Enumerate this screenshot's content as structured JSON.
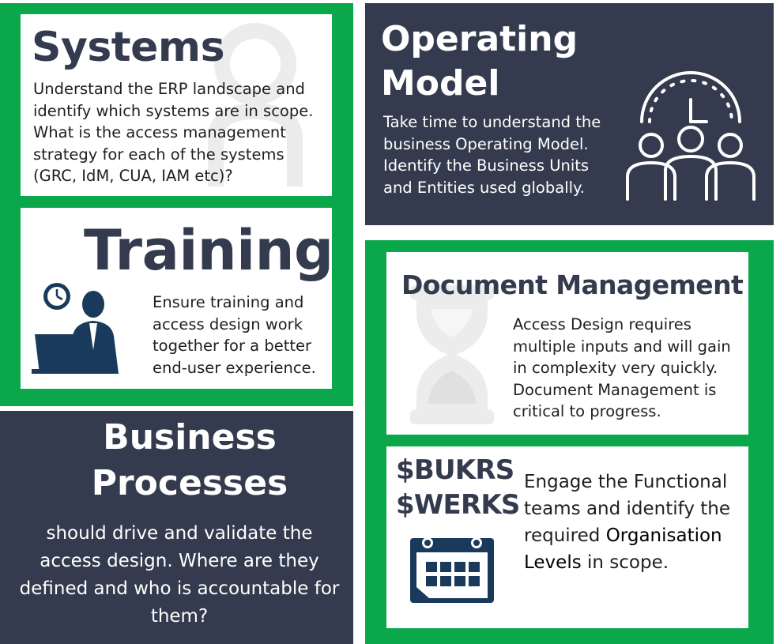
{
  "systems": {
    "title": "Systems",
    "body": "Understand the ERP landscape and identify which systems are in scope. What is the access management strategy for each of the systems (GRC, IdM, CUA, IAM etc)?",
    "icon": "person-icon-watermark"
  },
  "training": {
    "title": "Training",
    "body": "Ensure training and access design work together for a better end-user experience.",
    "icon": "person-at-laptop-with-clock-icon"
  },
  "business_processes": {
    "title_line1": "Business",
    "title_line2": "Processes",
    "body": "should drive and validate the access design.  Where are they defined and who is accountable for them?"
  },
  "operating_model": {
    "title_line1": "Operating",
    "title_line2": "Model",
    "body": "Take time to understand the business Operating Model. Identify the Business Units and Entities used globally.",
    "icon": "clock-with-people-icon"
  },
  "document_management": {
    "title": "Document Management",
    "body": "Access Design requires multiple inputs and will gain in complexity very quickly. Document Management is critical to progress.",
    "icon": "hourglass-icon-watermark"
  },
  "org_levels": {
    "code1": "$BUKRS",
    "code2": "$WERKS",
    "body_pre": "Engage the Functional teams and identify the required ",
    "body_emph1": "Organisation",
    "body_emph2": "Levels",
    "body_post": " in scope.",
    "icon": "calendar-icon"
  },
  "colors": {
    "green": "#0aa74b",
    "navy": "#343b4e",
    "white": "#ffffff"
  }
}
